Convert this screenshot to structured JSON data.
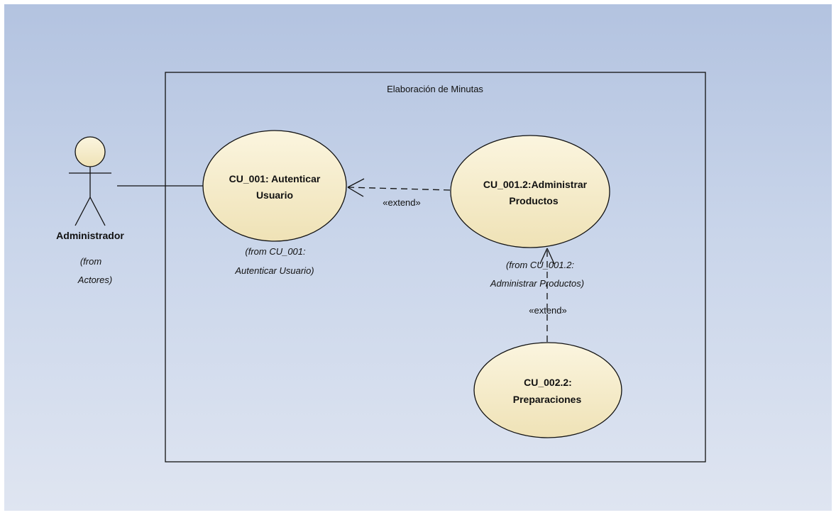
{
  "diagram": {
    "boundary_title": "Elaboración de Minutas",
    "actor": {
      "name": "Administrador",
      "from_line1": "(from",
      "from_line2": "Actores)"
    },
    "use_cases": [
      {
        "line1": "CU_001: Autenticar",
        "line2": "Usuario",
        "from_line1": "(from CU_001:",
        "from_line2": "Autenticar Usuario)"
      },
      {
        "line1": "CU_001.2:Administrar",
        "line2": "Productos",
        "from_line1": "(from CU_001.2:",
        "from_line2": "Administrar Productos)"
      },
      {
        "line1": "CU_002.2:",
        "line2": "Preparaciones"
      }
    ],
    "relations": [
      {
        "stereotype": "«extend»"
      },
      {
        "stereotype": "«extend»"
      }
    ],
    "colors": {
      "use_case_fill": "#f6ecc8",
      "stroke": "#111111",
      "background_top": "#b3c3e0",
      "background_bottom": "#dfe5f1"
    }
  }
}
